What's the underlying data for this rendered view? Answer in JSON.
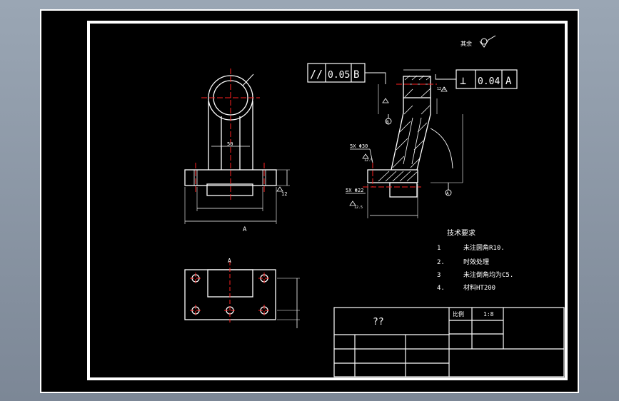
{
  "roughness_note": "其余",
  "geo_tolerances": {
    "parallel": {
      "symbol": "//",
      "value": "0.05",
      "datum": "B"
    },
    "perpendicular": {
      "symbol": "⊥",
      "value": "0.04",
      "datum": "A"
    }
  },
  "dimensions": {
    "width_50": "50",
    "base_height_12": "12",
    "holes_large": "5X Φ30",
    "holes_small": "5X Φ22",
    "ra_125_a": "12.5",
    "ra_125_b": "12.5",
    "ra_125_c": "12.5",
    "datum_a": "A",
    "datum_b": "B",
    "view_label_a": "A",
    "bottom_label_a": "A"
  },
  "tech_requirements": {
    "title": "技术要求",
    "items": [
      {
        "num": "1",
        "text": "未注圆角R10."
      },
      {
        "num": "2.",
        "text": "时效处理"
      },
      {
        "num": "3",
        "text": "未注倒角均为C5."
      },
      {
        "num": "4.",
        "text": "材料HT200"
      }
    ]
  },
  "title_block": {
    "part_name": "??",
    "scale_label": "比例",
    "scale_value": "1:8"
  },
  "colors": {
    "outer_border": "#ffffff",
    "paper": "#000000",
    "line": "#ffffff",
    "centerline": "#ff2020"
  }
}
